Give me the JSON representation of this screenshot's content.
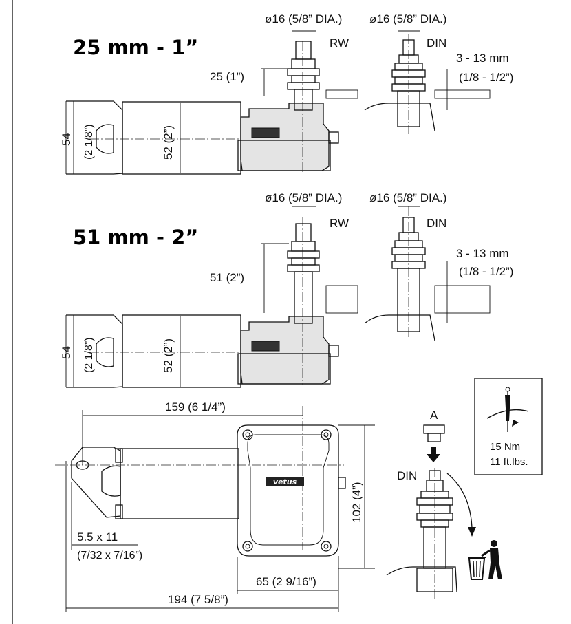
{
  "section_25mm": {
    "title": "25 mm - 1”",
    "shaft_dia": "ø16 (5/8” DIA.)",
    "shaft_dia_din": "ø16 (5/8” DIA.)",
    "rw_label": "RW",
    "din_label": "DIN",
    "deck_range_mm": "3 - 13 mm",
    "deck_range_in": "(1/8 - 1/2”)",
    "shaft_length": "25 (1”)",
    "height_outer": "54",
    "height_outer_in": "(2 1/8”)",
    "height_inner": "52 (2”)"
  },
  "section_51mm": {
    "title": "51 mm - 2”",
    "shaft_dia": "ø16 (5/8” DIA.)",
    "shaft_dia_din": "ø16 (5/8” DIA.)",
    "rw_label": "RW",
    "din_label": "DIN",
    "deck_range_mm": "3 - 13 mm",
    "deck_range_in": "(1/8 - 1/2”)",
    "shaft_length": "51 (2”)",
    "height_outer": "54",
    "height_outer_in": "(2 1/8”)",
    "height_inner": "52 (2”)"
  },
  "plan_view": {
    "length_motor": "159 (6 1/4”)",
    "slot_mm": "5.5 x 11",
    "slot_in": "(7/32 x 7/16”)",
    "width": "102 (4”)",
    "mount_spacing": "65 (2 9/16”)",
    "overall_length": "194 (7 5/8”)",
    "brand": "vetus"
  },
  "install": {
    "cap_label": "A",
    "din_label": "DIN",
    "torque_nm": "15  Nm",
    "torque_ftlbs": "11  ft.lbs."
  }
}
